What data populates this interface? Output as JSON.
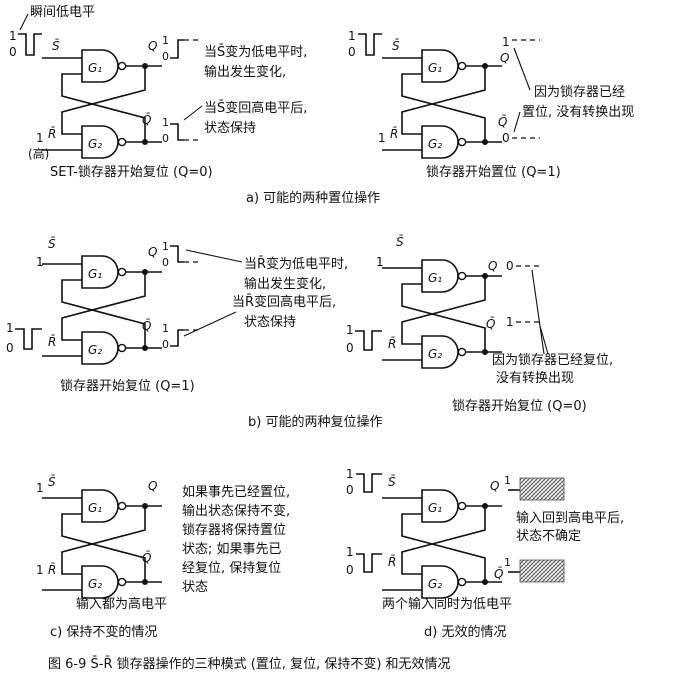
{
  "a": {
    "left": {
      "top_note": "瞬间低电平",
      "in_s_high": "1",
      "in_s_low": "0",
      "s_label": "S̄",
      "r_label": "R̄",
      "g1": "G₁",
      "g2": "G₂",
      "q_label": "Q",
      "qbar_label": "Q̄",
      "q_high": "1",
      "q_low": "0",
      "qbar_high": "1",
      "qbar_low": "0",
      "r_in_val": "1",
      "r_in_note": "(高)",
      "note1_l1": "当S̄变为低电平时,",
      "note1_l2": "输出发生变化,",
      "note2_l1": "当S̄变回高电平后,",
      "note2_l2": "状态保持",
      "caption": "SET-锁存器开始复位 (Q=0)"
    },
    "right": {
      "s_high": "1",
      "s_low": "0",
      "s_label": "S̄",
      "r_label": "R̄",
      "g1": "G₁",
      "g2": "G₂",
      "q_label": "Q",
      "qbar_label": "Q̄",
      "q_val": "1",
      "qbar_val": "0",
      "r_in_val": "1",
      "note_l1": "因为锁存器已经",
      "note_l2": "置位, 没有转换出现",
      "caption": "锁存器开始置位 (Q=1)"
    },
    "title": "a) 可能的两种置位操作"
  },
  "b": {
    "left": {
      "s_in_val": "1",
      "s_label": "S̄",
      "r_label": "R̄",
      "g1": "G₁",
      "g2": "G₂",
      "q_label": "Q",
      "qbar_label": "Q̄",
      "q_high": "1",
      "q_low": "0",
      "qbar_high": "1",
      "qbar_low": "0",
      "r_high": "1",
      "r_low": "0",
      "note_l1": "当R̄变为低电平时,",
      "note_l2": "输出发生变化,",
      "note_l3": "当R̄变回高电平后,",
      "note_l4": "状态保持",
      "caption": "锁存器开始复位 (Q=1)"
    },
    "right": {
      "s_in_val": "1",
      "s_label": "S̄",
      "r_label": "R̄",
      "g1": "G₁",
      "g2": "G₂",
      "q_label": "Q",
      "qbar_label": "Q̄",
      "q_val": "0",
      "qbar_val": "1",
      "r_high": "1",
      "r_low": "0",
      "note_l1": "因为锁存器已经复位,",
      "note_l2": "没有转换出现",
      "caption": "锁存器开始复位 (Q=0)"
    },
    "title": "b) 可能的两种复位操作"
  },
  "c": {
    "s_in_val": "1",
    "r_in_val": "1",
    "s_label": "S̄",
    "r_label": "R̄",
    "g1": "G₁",
    "g2": "G₂",
    "q_label": "Q",
    "qbar_label": "Q̄",
    "note_l1": "如果事先已经置位,",
    "note_l2": "输出状态保持不变,",
    "note_l3": "锁存器将保持置位",
    "note_l4": "状态; 如果事先已",
    "note_l5": "经复位, 保持复位",
    "note_l6": "状态",
    "caption": "输入都为高电平",
    "title": "c) 保持不变的情况"
  },
  "d": {
    "s_high": "1",
    "s_low": "0",
    "r_high": "1",
    "r_low": "0",
    "s_label": "S̄",
    "r_label": "R̄",
    "g1": "G₁",
    "g2": "G₂",
    "q_label": "Q",
    "qbar_label": "Q̄",
    "q_high": "1",
    "qbar_high": "1",
    "note_l1": "输入回到高电平后,",
    "note_l2": "状态不确定",
    "caption": "两个输入同时为低电平",
    "title": "d) 无效的情况"
  },
  "figure_caption": "图 6-9   S̄-R̄ 锁存器操作的三种模式 (置位, 复位, 保持不变) 和无效情况"
}
